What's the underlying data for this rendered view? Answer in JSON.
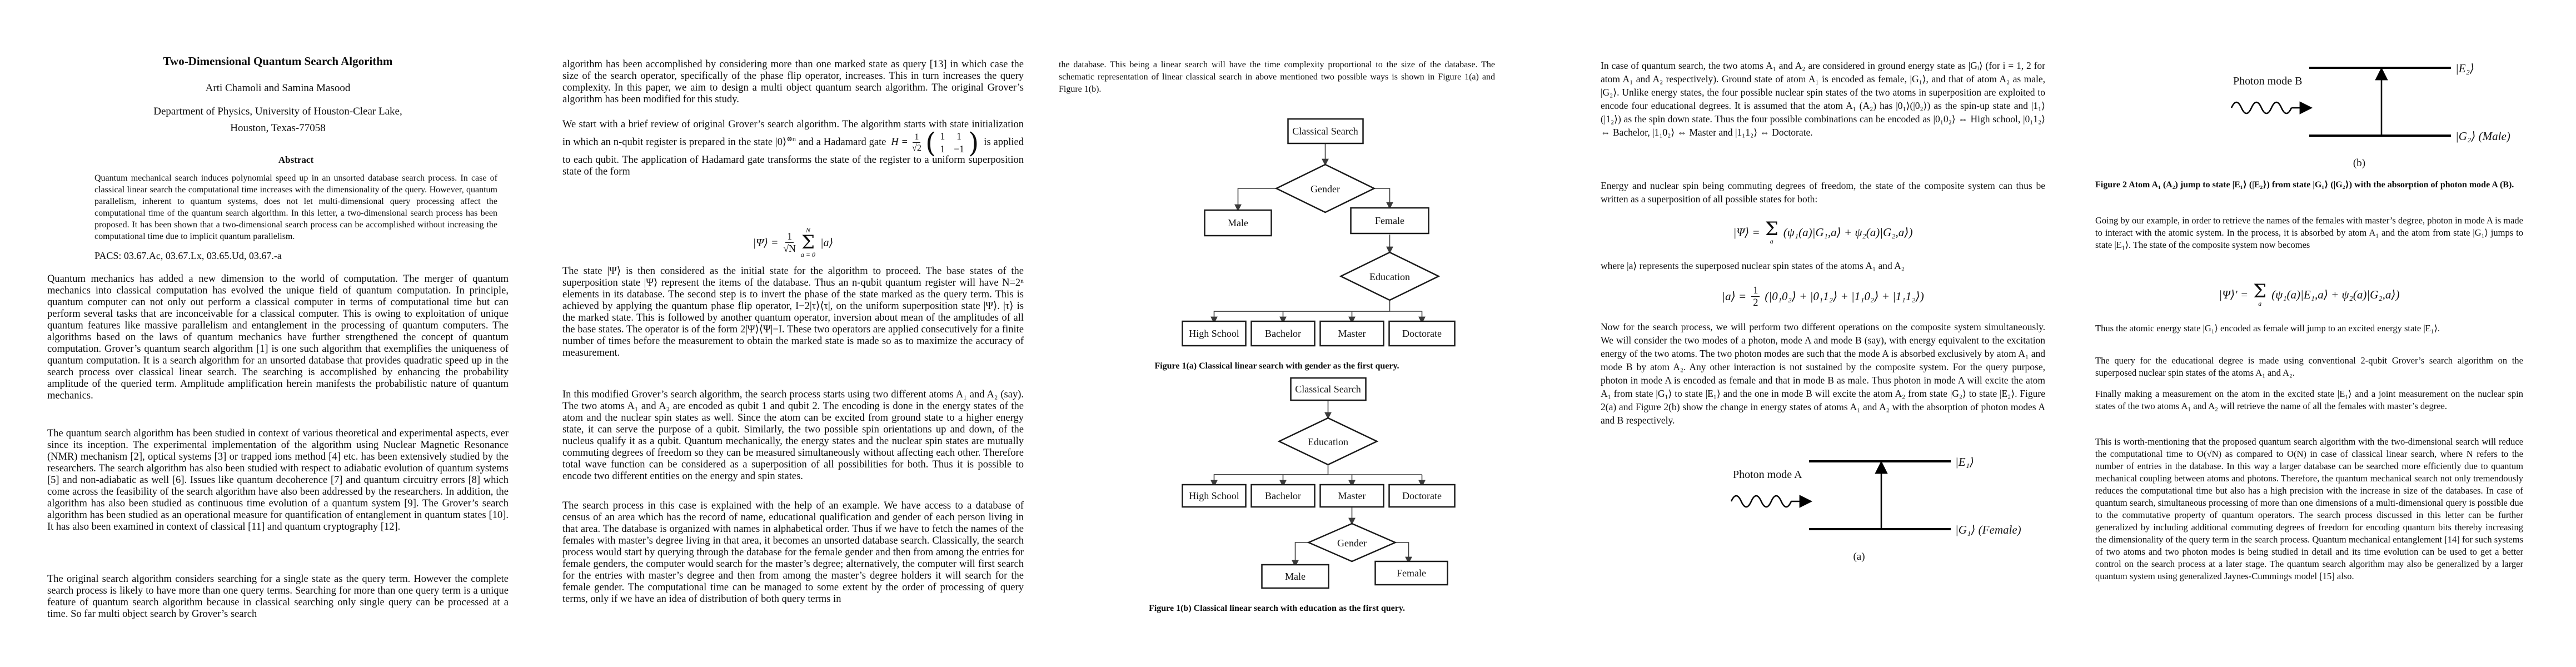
{
  "doc": {
    "page1": {
      "title": "Two-Dimensional Quantum Search Algorithm",
      "authors": "Arti Chamoli and Samina Masood",
      "affiliation1": "Department of Physics, University of Houston-Clear Lake,",
      "affiliation2": "Houston, Texas-77058",
      "abstract_heading": "Abstract",
      "abstract": "Quantum mechanical search induces polynomial speed up in an unsorted database search process. In case of classical linear search the computational time increases with the dimensionality of the query. However, quantum parallelism, inherent to quantum systems, does not let multi-dimensional query processing affect the computational time of the quantum search algorithm. In this letter, a two-dimensional search process has been proposed. It has been shown that a two-dimensional search process can be accomplished without increasing the computational time due to implicit quantum parallelism.",
      "pacs": "PACS: 03.67.Ac, 03.67.Lx, 03.65.Ud, 03.67.-a",
      "paras": [
        "Quantum mechanics has added a new dimension to the world of computation. The merger of quantum mechanics into classical computation has evolved the unique field of quantum computation. In principle, quantum computer can not only out perform a classical computer in terms of computational time but can perform several tasks that are inconceivable for a classical computer. This is owing to exploitation of unique quantum features like massive parallelism and entanglement in the processing of quantum computers. The algorithms based on the laws of quantum mechanics have further strengthened the concept of quantum computation. Grover’s quantum search algorithm [1] is one such algorithm that exemplifies the uniqueness of quantum computation. It is a search algorithm for an unsorted database that provides quadratic speed up in the search process over classical linear search. The searching is accomplished by enhancing the probability amplitude of the queried term. Amplitude amplification herein manifests the probabilistic nature of quantum mechanics.",
        "The quantum search algorithm has been studied in context of various theoretical and experimental aspects, ever since its inception. The experimental implementation of the algorithm using Nuclear Magnetic Resonance (NMR) mechanism [2], optical systems [3] or trapped ions method [4] etc. has been extensively studied by the researchers. The search algorithm has also been studied with respect to adiabatic evolution of quantum systems [5] and non-adiabatic as well [6]. Issues like quantum decoherence [7] and quantum circuitry errors [8] which come across the feasibility of the search algorithm have also been addressed by the researchers. In addition, the algorithm has also been studied as continuous time evolution of a quantum system [9]. The Grover’s search algorithm has been studied as an operational measure for quantification of entanglement in quantum states [10]. It has also been examined in context of classical [11] and quantum cryptography [12].",
        "The original search algorithm considers searching for a single state as the query term. However the complete search process is likely to have more than one query terms. Searching for more than one query term is a unique feature of quantum search algorithm because in classical searching only single query can be processed at a time. So far multi object search by Grover’s search"
      ]
    },
    "page2": {
      "para1": "algorithm has been accomplished by considering more than one marked state as query [13] in which case the size of the search operator, specifically of the phase flip operator, increases. This in turn increases the query complexity. In this paper, we aim to design a multi object quantum search algorithm. The original Grover’s algorithm has been modified for this study.",
      "para2_seg1": "We start with a brief review of original Grover’s search algorithm. The algorithm starts with state initialization in which an n-qubit register is prepared in the state |0⟩",
      "para2_sup": "⊗n",
      "para2_seg2": " and a Hadamard gate",
      "matrix": {
        "lhs": "H =",
        "num": "1",
        "den": "√2",
        "r1c1": "1",
        "r1c2": "1",
        "r2c1": "1",
        "r2c2": "−1"
      },
      "para2_seg3": " is applied to each qubit. The application of Hadamard gate transforms the state of the register to a uniform superposition state of the form",
      "eq1": {
        "lhs": "|Ψ⟩ =",
        "frac_num": "1",
        "frac_den": "√N",
        "sum_top": "N",
        "sum_bot": "a = 0",
        "rhs": "|a⟩"
      },
      "para3": "The state |Ψ⟩ is then considered as the initial state for the algorithm to proceed. The base states of the superposition state |Ψ⟩ represent the items of the database. Thus an n-qubit quantum register will have N=2ⁿ elements in its database. The second step is to invert the phase of the state marked as the query term. This is achieved by applying the quantum phase flip operator, I−2|τ⟩⟨τ|, on the uniform superposition state |Ψ⟩. |τ⟩ is the marked state. This is followed by another quantum operator, inversion about mean of the amplitudes of all the base states. The operator is of the form 2|Ψ⟩⟨Ψ|−I. These two operators are applied consecutively for a finite number of times before the measurement to obtain the marked state is made so as to maximize the accuracy of measurement.",
      "para4": "In this modified Grover’s search algorithm, the search process starts using two different atoms A₁ and A₂ (say). The two atoms A₁ and A₂ are encoded as qubit 1 and qubit 2. The encoding is done in the energy states of the atom and the nuclear spin states as well. Since the atom can be excited from ground state to a higher energy state, it can serve the purpose of a qubit. Similarly, the two possible spin orientations up and down, of the nucleus qualify it as a qubit. Quantum mechanically, the energy states and the nuclear spin states are mutually commuting degrees of freedom so they can be measured simultaneously without affecting each other. Therefore total wave function can be considered as a superposition of all possibilities for both. Thus it is possible to encode two different entities on the energy and spin states.",
      "para5": "The search process in this case is explained with the help of an example. We have access to a database of census of an area which has the record of name, educational qualification and gender of each person living in that area.  The database is organized with names in alphabetical order. Thus if we have to fetch the names of the females with master’s degree living in that area, it becomes an unsorted database search. Classically, the search process would start by querying through the database for the female gender and then from among the entries for female genders, the computer would search for the master’s degree; alternatively, the computer will first search for the entries with master’s degree and then from among the master’s degree holders it will search for the female gender. The computational time can be managed to some extent by the order of processing of query terms, only if we have an idea of distribution of both query terms in"
    },
    "page3": {
      "para": "the database.  This being a linear search will have the time complexity proportional to the size of the database. The schematic representation of linear classical search in above mentioned two possible ways is shown in Figure 1(a) and Figure 1(b).",
      "fig1a": {
        "nodes": {
          "root": "Classical Search",
          "d1": "Gender",
          "left": "Male",
          "right": "Female",
          "d2": "Education",
          "leaves": [
            "High School",
            "Bachelor",
            "Master",
            "Doctorate"
          ]
        },
        "caption": "Figure 1(a) Classical linear search with gender as the first query."
      },
      "fig1b": {
        "nodes": {
          "root": "Classical Search",
          "d1": "Education",
          "d2": "Gender",
          "left": "Male",
          "right": "Female",
          "leaves": [
            "High School",
            "Bachelor",
            "Master",
            "Doctorate"
          ]
        },
        "caption": "Figure 1(b) Classical linear search with education as the first query."
      }
    },
    "page4": {
      "para1": "In case of quantum search, the two atoms A₁ and A₂ are considered in ground energy state as |Gᵢ⟩ (for i = 1, 2 for atom A₁ and A₂ respectively). Ground state of atom A₁ is encoded as female, |G₁⟩, and that of atom A₂ as male, |G₂⟩. Unlike energy states, the four possible nuclear spin states of the two atoms in superposition are exploited to encode four educational degrees. It is assumed that the atom A₁ (A₂) has |0₁⟩(|0₂⟩) as the spin-up state and |1₁⟩(|1₂⟩) as the spin down state. Thus the four possible combinations can be encoded as |0₁0₂⟩ ⇔ High school, |0₁1₂⟩ ⇔ Bachelor, |1₁0₂⟩ ⇔ Master and |1₁1₂⟩ ⇔ Doctorate.",
      "para2": "Energy and nuclear spin being commuting degrees of freedom, the state of the composite system can thus be written as a superposition of all possible states for both:",
      "eq2": {
        "lhs": "|Ψ⟩ =",
        "sum_top": "",
        "sum_bot": "a",
        "rhs": "(ψ₁(a)|G₁,a⟩ + ψ₂(a)|G₂,a⟩)"
      },
      "where_line": "where |a⟩ represents the superposed nuclear spin states of the atoms A₁ and A₂",
      "eq3": {
        "lhs": "|a⟩ =",
        "frac_num": "1",
        "frac_den": "2",
        "rhs": "(|0₁0₂⟩ + |0₁1₂⟩ + |1₁0₂⟩ + |1₁1₂⟩)"
      },
      "para3": "Now for the search process, we will perform two different operations on the composite system simultaneously. We will consider the two modes of a photon, mode A and mode B (say), with energy equivalent to the excitation energy of the two atoms. The two photon modes are such that the mode A is absorbed exclusively by atom A₁ and mode B by atom A₂. Any other interaction is not sustained by the composite system. For the query purpose, photon in mode A is encoded as female and that in mode B as male. Thus photon in mode A will excite the atom A₁ from state |G₁⟩ to state |E₁⟩ and the one in mode B will excite the atom A₂ from state |G₂⟩ to state |E₂⟩. Figure 2(a) and Figure 2(b) show the change in energy states of atoms A₁ and A₂ with the absorption of photon modes A and B respectively.",
      "fig2a": {
        "photon": "Photon mode A",
        "upper": "|E₁⟩",
        "lower": "|G₁⟩ (Female)",
        "tag": "(a)"
      }
    },
    "page5": {
      "fig2b": {
        "photon": "Photon mode B",
        "upper": "|E₂⟩",
        "lower": "|G₂⟩ (Male)",
        "tag": "(b)"
      },
      "fig2_caption": "Figure 2 Atom A₁ (A₂) jump to state |E₁⟩ (|E₂⟩) from state |G₁⟩ (|G₂⟩) with the absorption of photon mode A (B).",
      "para1": "Going by our example, in order to retrieve the names of the females with master’s degree, photon in mode A is made to interact with the atomic system. In the process, it is absorbed by atom A₁ and the atom from state |G₁⟩ jumps to state |E₁⟩. The state of the composite system now becomes",
      "eq4": {
        "lhs": "|Ψ⟩′ =",
        "sum_top": "",
        "sum_bot": "a",
        "rhs": "(ψ₁(a)|E₁,a⟩ + ψ₂(a)|G₂,a⟩)"
      },
      "para2": "Thus the atomic energy state |G₁⟩ encoded as female will jump to an excited energy state |E₁⟩.",
      "para3": "The query for the educational degree is made using conventional 2-qubit Grover’s search algorithm on the superposed nuclear spin states of the atoms A₁ and A₂.",
      "para4": "Finally making a measurement on the atom in the excited state |E₁⟩ and a joint measurement on the nuclear spin states of the two atoms A₁ and A₂ will retrieve the name of all the females with master’s degree.",
      "para5": "This is worth-mentioning that the proposed quantum search algorithm with the two-dimensional search will reduce the computational time to O(√N) as compared to O(N) in case of classical linear search, where N refers to the number of entries in the database. In this way a larger database can be searched more efficiently due to quantum mechanical coupling between atoms and photons. Therefore, the quantum mechanical search not only tremendously reduces the computational time but also has a high precision with the increase in size of the databases. In case of quantum search, simultaneous processing of more than one dimensions of a multi-dimensional query is possible due to the commutative property of quantum operators. The search process discussed in this letter can be further generalized by including additional commuting degrees of freedom for encoding quantum bits thereby increasing the dimensionality of the query term in the search process. Quantum mechanical entanglement [14] for such systems of two atoms and two photon modes is being studied in detail and its time evolution can be used to get a better control on the search process at a later stage. The quantum search algorithm may also be generalized by a larger quantum system using generalized Jaynes-Cummings model [15] also."
    }
  }
}
